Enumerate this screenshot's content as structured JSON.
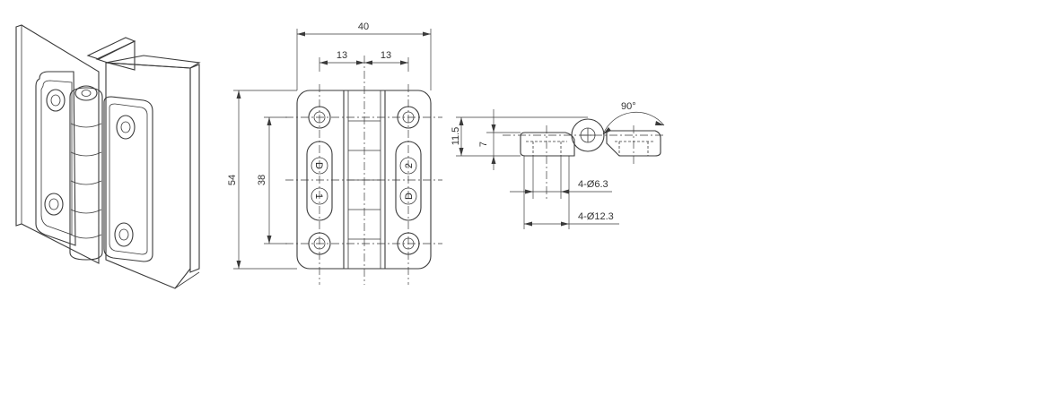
{
  "dimensions": {
    "overall_width": "40",
    "pitch_left": "13",
    "pitch_right": "13",
    "overall_height": "54",
    "hole_spacing": "38",
    "thickness_total": "11.5",
    "leaf_thickness": "7",
    "small_hole": "4-Ø6.3",
    "large_hole": "4-Ø12.3",
    "opening_angle": "90°"
  },
  "markings": {
    "left_leaf_top": "D",
    "left_leaf_bottom": "1",
    "right_leaf_top": "2",
    "right_leaf_bottom": "D"
  }
}
